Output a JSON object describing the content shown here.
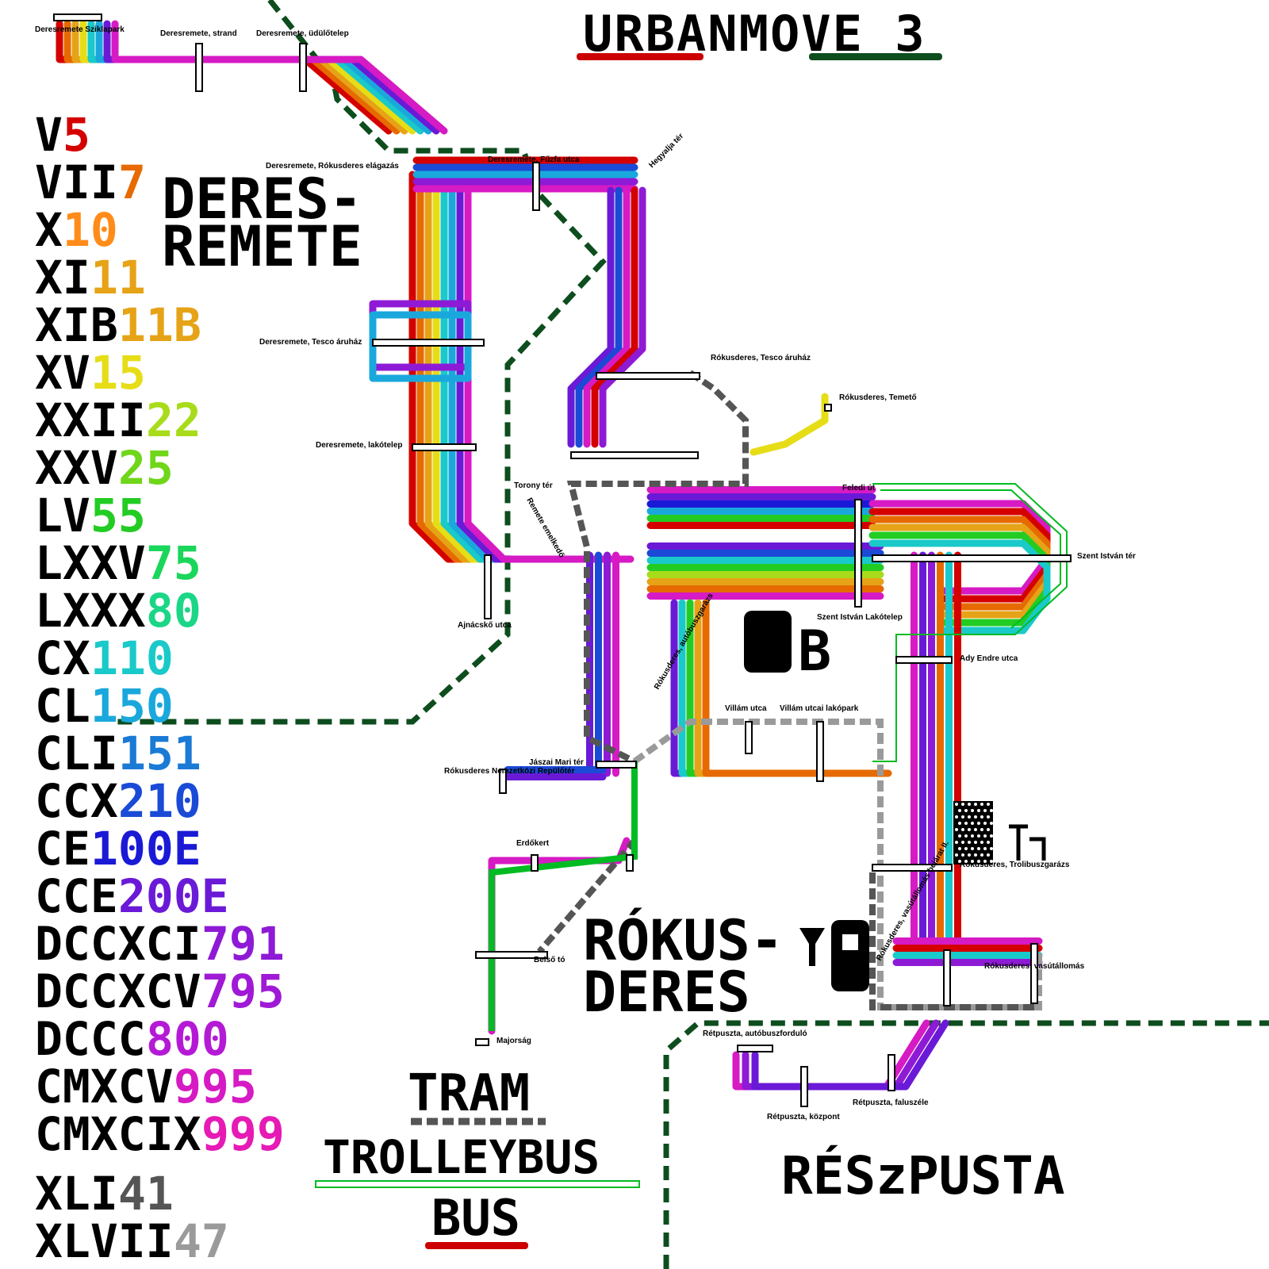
{
  "title": "URBANMOVE 3",
  "colors": {
    "bus": "#cc0000",
    "trolleybus": "#00bb22",
    "tram": "#555555",
    "district_border": "#0d4d1e"
  },
  "districts": [
    "DERES-",
    "REMETE",
    "RÓKUS-",
    "DERES",
    "RÉSzPUSTA"
  ],
  "mode_legend": {
    "tram": "TRAM",
    "trolleybus": "TROLLEYBUS",
    "bus": "BUS"
  },
  "lines": [
    {
      "roman": "V",
      "number": "5",
      "color": "#d40000"
    },
    {
      "roman": "VII",
      "number": "7",
      "color": "#e66a00"
    },
    {
      "roman": "X",
      "number": "10",
      "color": "#ff8c1a"
    },
    {
      "roman": "XI",
      "number": "11",
      "color": "#e6a317"
    },
    {
      "roman": "XIB",
      "number": "11B",
      "color": "#e6a317"
    },
    {
      "roman": "XV",
      "number": "15",
      "color": "#e6dd17"
    },
    {
      "roman": "XXII",
      "number": "22",
      "color": "#a8dc1a"
    },
    {
      "roman": "XXV",
      "number": "25",
      "color": "#6fd61a"
    },
    {
      "roman": "LV",
      "number": "55",
      "color": "#22cc22"
    },
    {
      "roman": "LXXV",
      "number": "75",
      "color": "#1ad65a"
    },
    {
      "roman": "LXXX",
      "number": "80",
      "color": "#1ad686"
    },
    {
      "roman": "CX",
      "number": "110",
      "color": "#1ac9c9"
    },
    {
      "roman": "CL",
      "number": "150",
      "color": "#1aa8dc"
    },
    {
      "roman": "CLI",
      "number": "151",
      "color": "#1a7ad6"
    },
    {
      "roman": "CCX",
      "number": "210",
      "color": "#1a4ad6"
    },
    {
      "roman": "CE",
      "number": "100E",
      "color": "#1a1ad6"
    },
    {
      "roman": "CCE",
      "number": "200E",
      "color": "#6a1ad6"
    },
    {
      "roman": "DCCXCI",
      "number": "791",
      "color": "#8e1ad6"
    },
    {
      "roman": "DCCXCV",
      "number": "795",
      "color": "#a01ad6"
    },
    {
      "roman": "DCCC",
      "number": "800",
      "color": "#b41ad6"
    },
    {
      "roman": "CMXCV",
      "number": "995",
      "color": "#d61ac4"
    },
    {
      "roman": "CMXCIX",
      "number": "999",
      "color": "#e61ab4"
    },
    {
      "roman": "XLI",
      "number": "41",
      "color": "#555555"
    },
    {
      "roman": "XLVII",
      "number": "47",
      "color": "#9a9a9a"
    }
  ],
  "stations": [
    {
      "name": "Deresremete Sziklapark"
    },
    {
      "name": "Deresremete, strand"
    },
    {
      "name": "Deresremete, üdülőtelep"
    },
    {
      "name": "Deresremete, Rókusderes elágazás"
    },
    {
      "name": "Deresremete, Fűzfa utca"
    },
    {
      "name": "Hegyalja tér"
    },
    {
      "name": "Deresremete, Tesco áruház"
    },
    {
      "name": "Rókusderes, Tesco áruház"
    },
    {
      "name": "Rókusderes, Temető"
    },
    {
      "name": "Deresremete, lakótelep"
    },
    {
      "name": "Torony tér"
    },
    {
      "name": "Remete emelkedő"
    },
    {
      "name": "Feledi út"
    },
    {
      "name": "Szent István tér"
    },
    {
      "name": "Szent István Lakótelep"
    },
    {
      "name": "Ajnácskő utca"
    },
    {
      "name": "Rókusderes, autóbuszgarázs"
    },
    {
      "name": "Ady Endre utca"
    },
    {
      "name": "Villám utca"
    },
    {
      "name": "Villám utcai lakópark"
    },
    {
      "name": "Jászai Mari tér"
    },
    {
      "name": "Rókusderes Nemzetközi Repülőtér"
    },
    {
      "name": "Erdőkert"
    },
    {
      "name": "Rókusderes, Trolibuszgarázs"
    },
    {
      "name": "Belső tó"
    },
    {
      "name": "Rókusderes, vasútállomás"
    },
    {
      "name": "Rókusderes, vasútállomás bejárat II."
    },
    {
      "name": "Majorság"
    },
    {
      "name": "Rétpuszta, autóbuszforduló"
    },
    {
      "name": "Rétpuszta, faluszéle"
    },
    {
      "name": "Rétpuszta, központ"
    }
  ]
}
